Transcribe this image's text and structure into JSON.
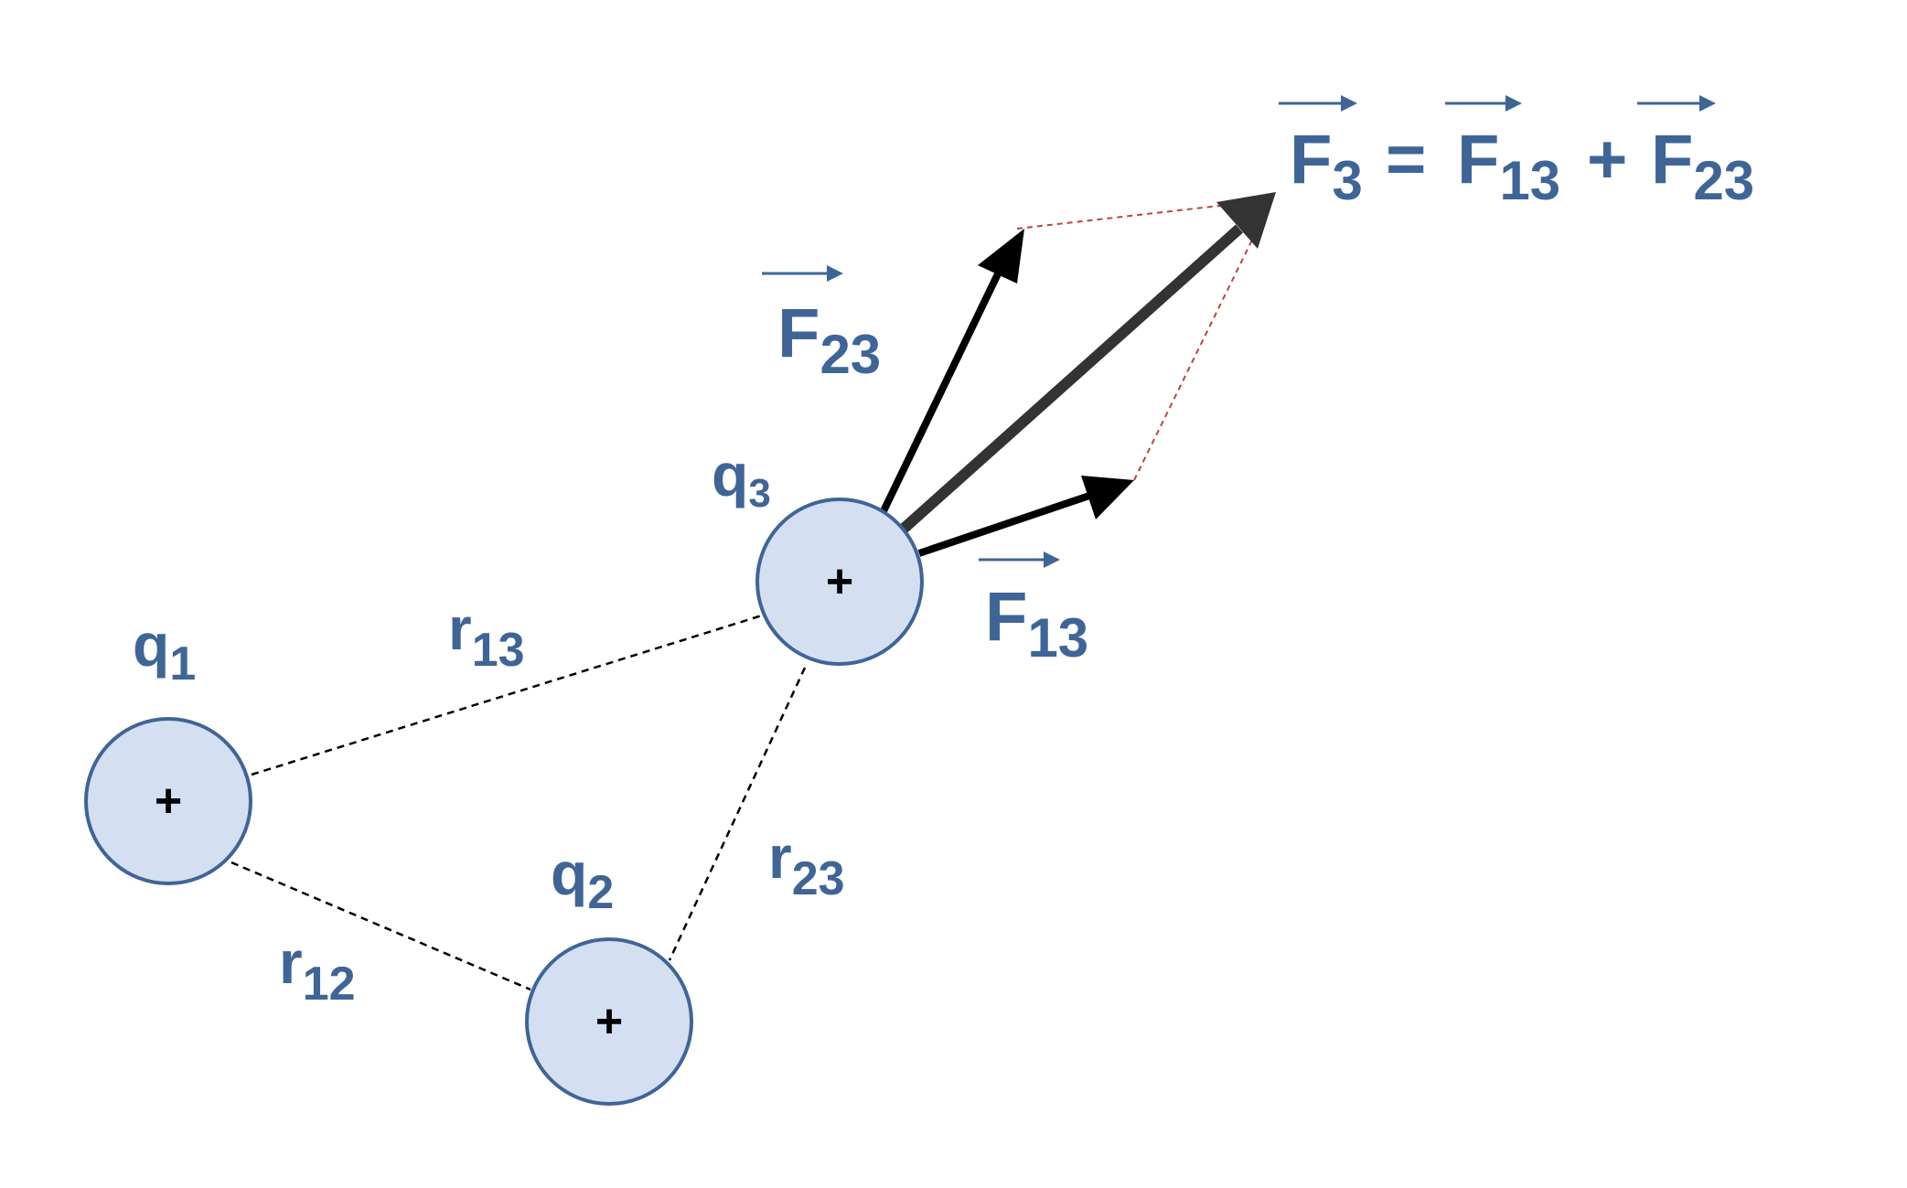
{
  "charges": [
    {
      "id": "q1",
      "symbol": "q",
      "subscript": "1",
      "sign": "+"
    },
    {
      "id": "q2",
      "symbol": "q",
      "subscript": "2",
      "sign": "+"
    },
    {
      "id": "q3",
      "symbol": "q",
      "subscript": "3",
      "sign": "+"
    }
  ],
  "distances": [
    {
      "id": "r12",
      "symbol": "r",
      "subscript": "12"
    },
    {
      "id": "r13",
      "symbol": "r",
      "subscript": "13"
    },
    {
      "id": "r23",
      "symbol": "r",
      "subscript": "23"
    }
  ],
  "forces": [
    {
      "id": "F13",
      "symbol": "F",
      "subscript": "13"
    },
    {
      "id": "F23",
      "symbol": "F",
      "subscript": "23"
    }
  ],
  "equation": {
    "lhs_symbol": "F",
    "lhs_subscript": "3",
    "equals": "=",
    "t1_symbol": "F",
    "t1_subscript": "13",
    "plus": "+",
    "t2_symbol": "F",
    "t2_subscript": "23"
  },
  "colors": {
    "label": "#3f6597",
    "charge_fill": "#d4e0f2",
    "charge_stroke": "#3f6597",
    "component_arrow": "#000000",
    "resultant_arrow": "#333333",
    "construction_line": "#b5473f",
    "distance_line": "#000000"
  }
}
